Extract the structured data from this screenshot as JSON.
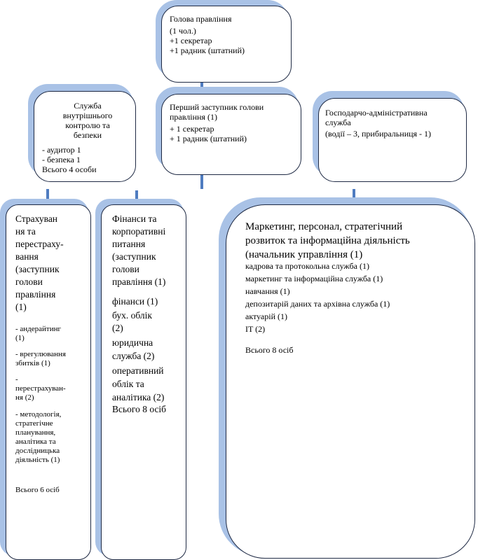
{
  "boxes": {
    "head": {
      "title": "Голова правління",
      "lines": [
        " (1 чол.)",
        "+1 секретар",
        "+1 радник (штатний)"
      ]
    },
    "internal_control": {
      "title": "Служба\nвнутрішнього\nконтролю та\nбезпеки",
      "lines": [
        "- аудитор 1",
        "- безпека  1",
        "Всього 4 особи"
      ]
    },
    "first_deputy": {
      "title": "Перший заступник голови\nправління (1)",
      "lines": [
        "+  1 секретар",
        "+ 1 радник (штатний)"
      ]
    },
    "admin": {
      "title": "Господарчо-адміністративна\nслужба",
      "lines": [
        "(водії – 3, прибиральниця - 1)"
      ]
    },
    "insurance": {
      "title": "Страхуван\nня та\nперестраху-\nвання\n(заступник\nголови\nправління\n(1)",
      "lines": [
        "- андерайтинг\n(1)",
        "- врегулювання\nзбитків (1)",
        "-\nперестрахуван-\nня (2)",
        "- методологія,\nстратегічне\nпланування,\nаналітика та\nдослідницька\nдіяльність (1)",
        "",
        "Всього 6 осіб"
      ]
    },
    "finance": {
      "title": "Фінанси та\nкорпоративні\nпитання\n(заступник\nголови\nправління (1)",
      "lines": [
        "     фінанси (1)",
        "     бух. облік\n     (2)",
        "юридична\nслужба (2)",
        "оперативний\nоблік та\nаналітика (2)",
        "Всього 8 осіб"
      ]
    },
    "marketing": {
      "title": "Маркетинг, персонал, стратегічний\nрозвиток та інформаційна діяльність\n(начальник управління (1)",
      "lines": [
        "кадрова  та протокольна служба (1)",
        "маркетинг та інформаційна служба (1)",
        "навчання (1)",
        "депозитарій даних та архівна служба (1)",
        "актуарій (1)",
        "IT (2)",
        "",
        "Всього 8 осіб"
      ]
    }
  }
}
